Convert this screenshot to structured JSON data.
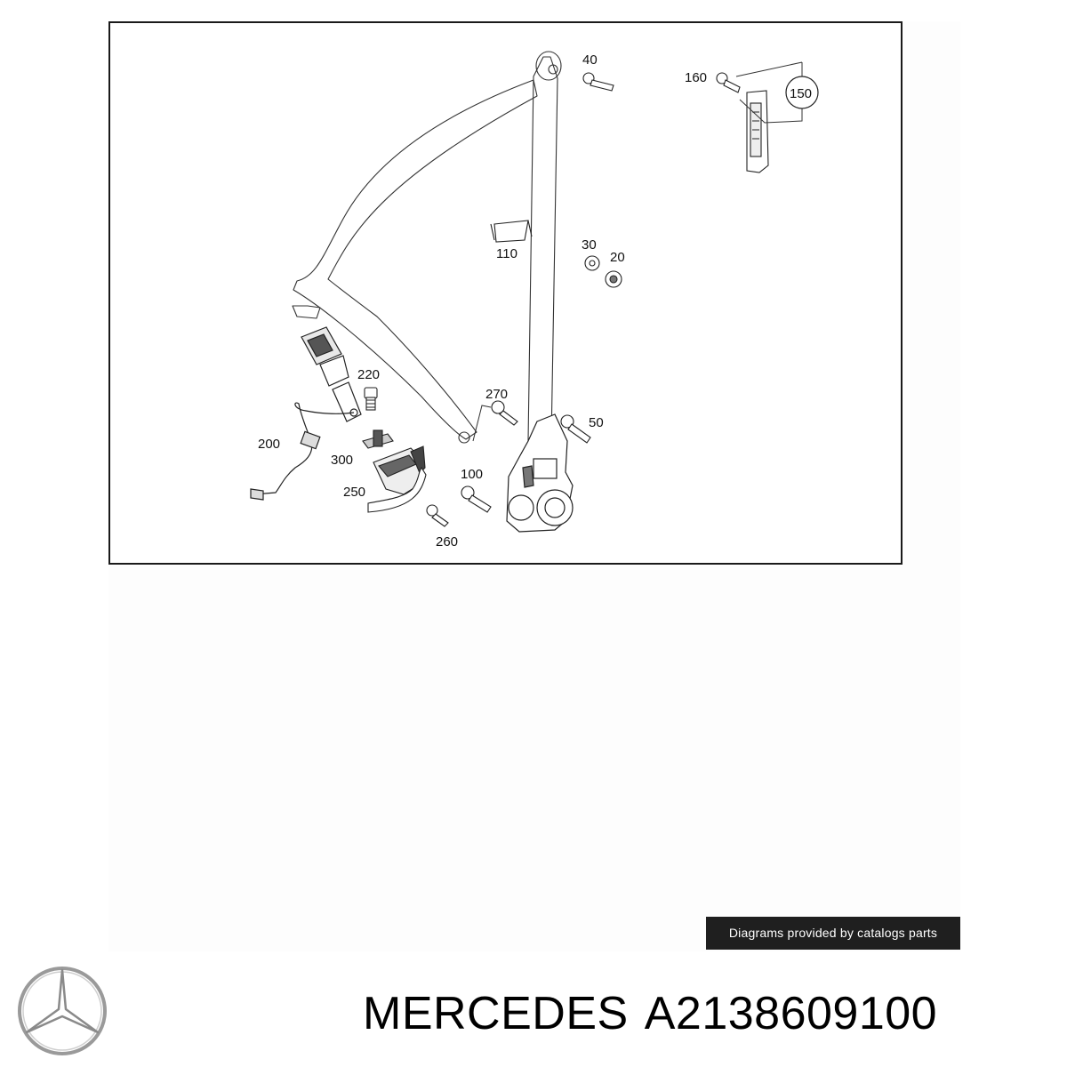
{
  "diagram": {
    "callouts": [
      "40",
      "160",
      "150",
      "110",
      "30",
      "20",
      "220",
      "270",
      "50",
      "200",
      "300",
      "100",
      "250",
      "260"
    ]
  },
  "credit_text": "Diagrams provided by catalogs parts",
  "brand": "MERCEDES",
  "part_number": "A2138609100",
  "logo_icon": "mercedes-star-icon"
}
